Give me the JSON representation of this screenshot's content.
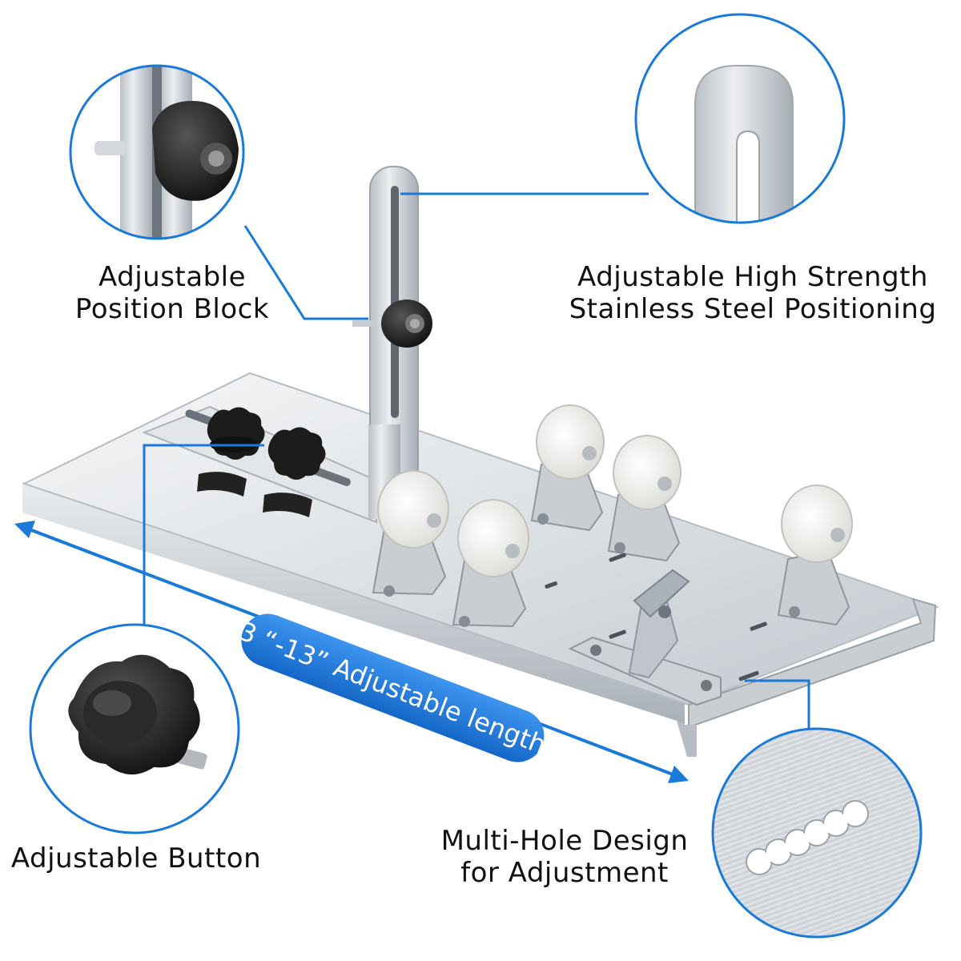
{
  "colors": {
    "accent_blue": "#1a7ad9",
    "badge_blue": "#1e7de0",
    "steel_light": "#eef0f2",
    "steel_mid": "#c9ced3",
    "steel_dark": "#8f969d",
    "knob_black": "#1c1c1c",
    "wheel_white": "#f4f4f2"
  },
  "callouts": {
    "position_block": {
      "line1": "Adjustable",
      "line2": "Position Block",
      "icon": "rubber-stopper-knob-icon"
    },
    "steel_positioning": {
      "line1": "Adjustable High Strength",
      "line2": "Stainless Steel Positioning",
      "icon": "slotted-steel-bar-icon"
    },
    "button": {
      "line1": "Adjustable Button",
      "icon": "star-knob-screw-icon"
    },
    "multi_hole": {
      "line1": "Multi-Hole Design",
      "line2": "for Adjustment",
      "icon": "multi-hole-slot-icon"
    }
  },
  "dimension_badge": {
    "text": "3 “-13”  Adjustable length"
  }
}
